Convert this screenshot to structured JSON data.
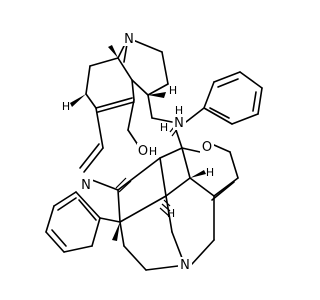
{
  "molecule": {
    "atoms": {
      "n_top": "N",
      "nh_label": "N",
      "nh_h": "H",
      "oh_o": "O",
      "oh_h": "H",
      "ring_o": "O",
      "n_indole": "N",
      "n_bottom": "N",
      "h_left": "H",
      "h_topright": "H",
      "h_mid": "H",
      "h_ring": "H",
      "h_lower": "H"
    },
    "colors": {
      "bond": "#000000",
      "text": "#000000",
      "background": "#ffffff"
    }
  }
}
